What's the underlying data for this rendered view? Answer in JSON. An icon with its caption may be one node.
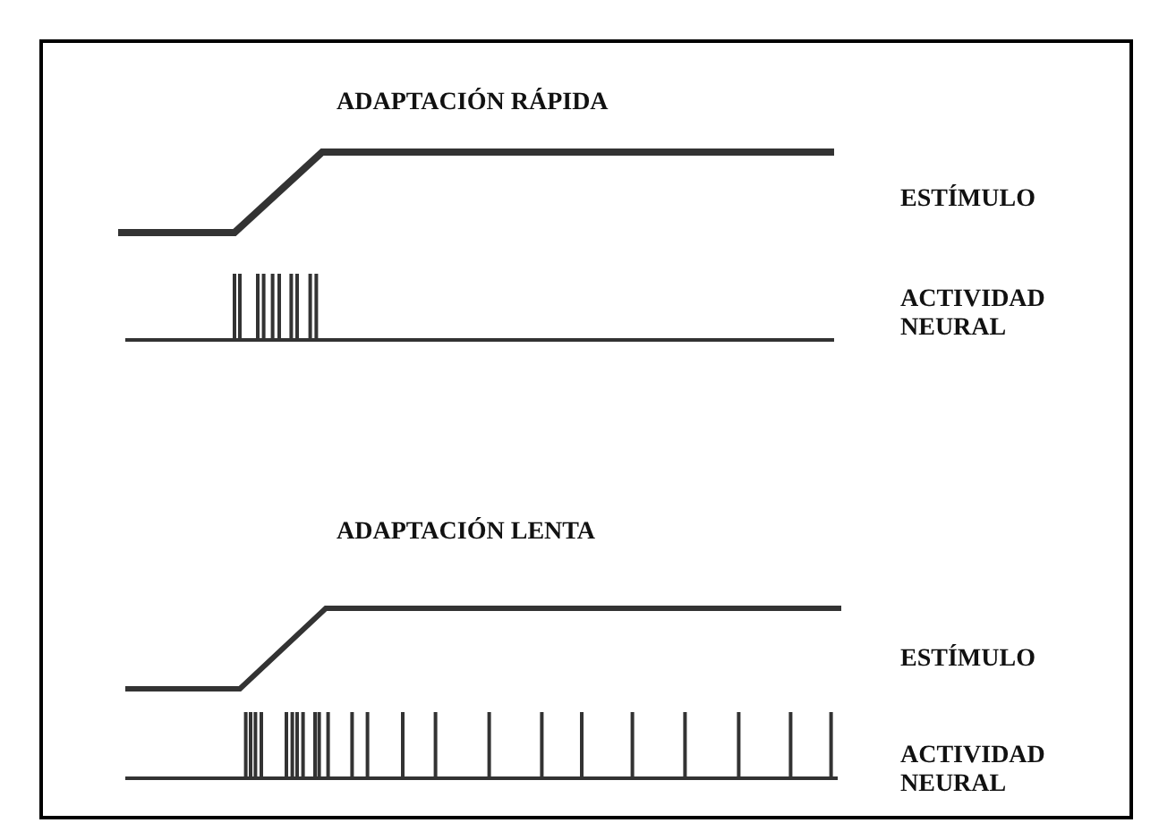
{
  "diagram": {
    "labels": [
      "ADAPTACIÓN RÁPIDA",
      "ESTÍMULO",
      "ACTIVIDAD NEURAL",
      "ADAPTACIÓN LENTA",
      "ESTÍMULO",
      "ACTIVIDAD NEURAL"
    ]
  }
}
